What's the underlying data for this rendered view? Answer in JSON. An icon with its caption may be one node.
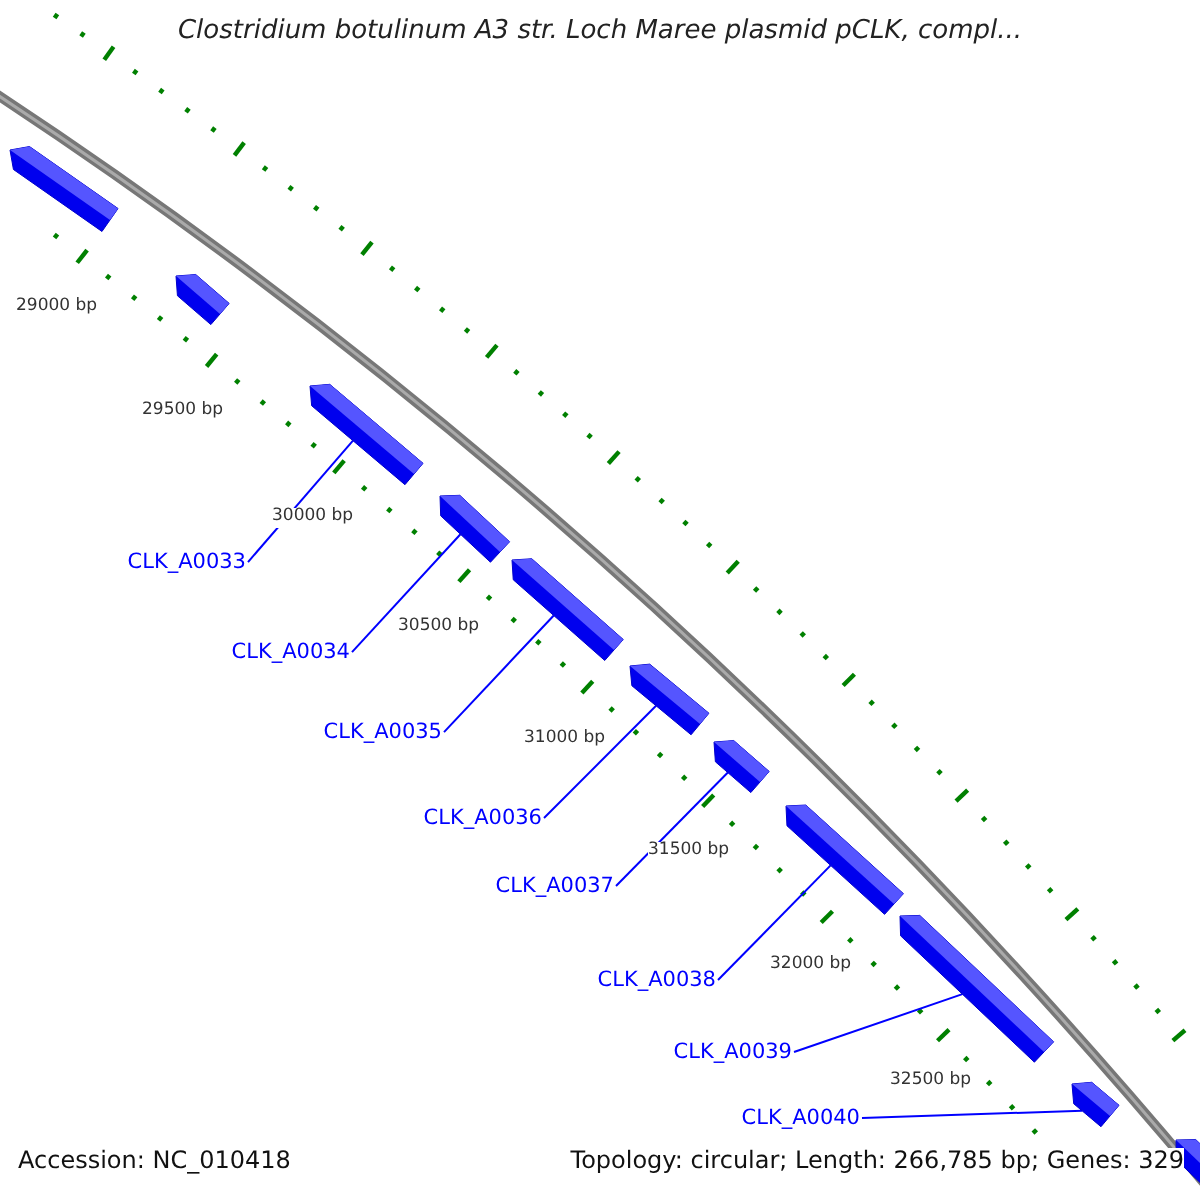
{
  "diagram": {
    "title": "Clostridium botulinum A3 str. Loch Maree plasmid pCLK, compl...",
    "nodes": [
      {
        "text": [],
        "shape": "arrow"
      },
      {
        "text": [],
        "shape": "arrow"
      },
      {
        "text": [],
        "shape": "arrow"
      },
      {
        "text": [],
        "shape": "arrow"
      },
      {
        "text": [],
        "shape": "arrow"
      },
      {
        "text": [],
        "shape": "arrow"
      },
      {
        "text": [],
        "shape": "arrow"
      },
      {
        "text": [],
        "shape": "arrow"
      },
      {
        "text": [],
        "shape": "arrow"
      },
      {
        "text": [],
        "shape": "arrow"
      },
      {
        "text": [],
        "shape": "arrow"
      },
      {
        "text": [
          "CLK_A0033"
        ]
      },
      {
        "text": [
          "CLK_A0034"
        ]
      },
      {
        "text": [
          "CLK_A0035"
        ]
      },
      {
        "text": [
          "CLK_A0036"
        ]
      },
      {
        "text": [
          "CLK_A0037"
        ]
      },
      {
        "text": [
          "CLK_A0038"
        ]
      },
      {
        "text": [
          "CLK_A0039"
        ]
      },
      {
        "text": [
          "CLK_A0040"
        ]
      }
    ],
    "edges": [
      {
        "from": 11,
        "to": 2,
        "arrow": "none"
      },
      {
        "from": 12,
        "to": 3,
        "arrow": "none"
      },
      {
        "from": 13,
        "to": 4,
        "arrow": "none"
      },
      {
        "from": 14,
        "to": 5,
        "arrow": "none"
      },
      {
        "from": 15,
        "to": 6,
        "arrow": "none"
      },
      {
        "from": 16,
        "to": 7,
        "arrow": "none"
      },
      {
        "from": 17,
        "to": 8,
        "arrow": "none"
      },
      {
        "from": 18,
        "to": 9,
        "arrow": "none"
      }
    ],
    "labels": [
      "29000 bp",
      "29500 bp",
      "30000 bp",
      "30500 bp",
      "31000 bp",
      "31500 bp",
      "32000 bp",
      "32500 bp",
      "Accession: NC_010418",
      "Topology: circular; Length: 266,785 bp; Genes: 329"
    ]
  }
}
